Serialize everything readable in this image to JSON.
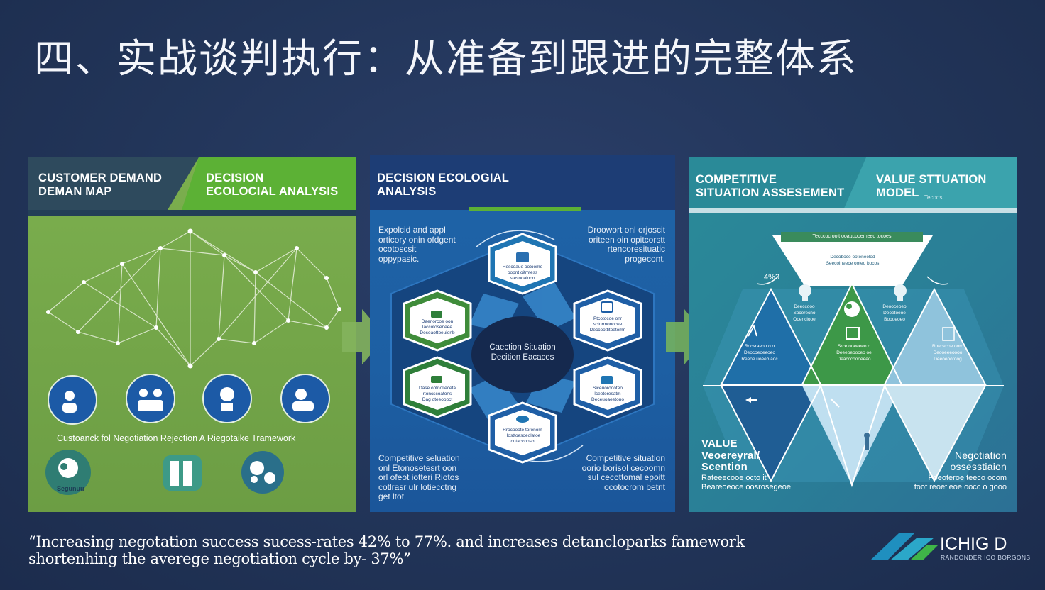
{
  "title": "四、实战谈判执行：从准备到跟进的完整体系",
  "panel1": {
    "header_left": "CUSTOMER DEMAND\nDEMAN MAP",
    "header_right": "DECISION\nECOLOCIAL ANALYSIS",
    "caption": "Custoanck fol Negotiation Rejection A Riegotaike Tramework",
    "badge_text": "Segunuu"
  },
  "panel2": {
    "header": "DECISION ECOLOGIAL\nANALYSIS",
    "tl_text": "Expolcid and appl\norticory onin ofdgent\nocotoscsit\noppypasic.",
    "tr_text": "Droowort onl orjoscit\noriteen oin opitcorstt\nrtencoresituatic\nprogecont.",
    "center_text": "Caection Situation\nDecition Eacaces",
    "bl_text": "Competitive seluation\nonl Etonosetesrt oon\norl ofeot iotteri Riotos\ncotlrasr ulr lotiecctng\nget ltot",
    "br_text": "Competitive situation\noorio borisol cecoomn\nsul cecottomal epoitt\nocotocrom betnt",
    "hex_labels": [
      "Rescoaue ootoome\noopnt oitmtess\nstesnoaioon",
      "Daerlorcoe oon\nlaccotoseneee\nDeseaottoeuionb",
      "Ptcotocoe onr\nsctormonocee\nDeccoottitoetomn",
      "Dase ootnolieceta\nrtoncscoatons\nDag oteeoopct",
      "Siceuoroooteo\nlceeteresatm\nDeceuoaeetono",
      "Rrocooote toronom\nHosttoesoeolatoe\ncotaccoosb"
    ]
  },
  "panel3": {
    "header_left": "COMPETITIVE\nSITUATION ASSESEMENT",
    "header_right": "VALUE STTUATION\nMODEL",
    "header_right_small": "Tecoos",
    "top_bar": "Tecccoc oolt ooaucooemeec tocoes",
    "top_sub": "Decoboce ooteneelod\nSeecolneece ooteo bocos",
    "left_num": "4%3",
    "left_value": "VALUE\nVeoereyral/\nScention",
    "left_sub": "Rateeecooe octo it\nBeareoeoce oosrosegeoe",
    "right_value": "Negotiation\nossesstiaion",
    "right_sub": "Poeoteroe teeco ocom\nfoof reoetleoe oocc o gooo",
    "tri_texts": [
      "Deeccooo\nSocerecno\nOoenciooe",
      "Deooceoeo\nDeoetoeoe\nBoooeoeo",
      "Rocsraeoo o o\nDeocoeoeeoeo\nReeoe uoeeb aoc",
      "Srce ooeeeeo o\nDeeeoeooceo oe\nDeacccoooeeeo",
      "Roececoe ooro\nDeooeeeoooo\nDeeoeooroog"
    ]
  },
  "quote": "“Increasing negotation success sucess-rates 42% to 77%. and increases detancloparks famework shortenhing the averege negotiation cycle by- 37%”",
  "logo": {
    "name": "ICHIG D",
    "sub": "RANDONDER ICO BORGONS"
  },
  "colors": {
    "background": "#223559",
    "green": "#76a94b",
    "blue": "#1f63a7",
    "teal": "#2a8a98",
    "accent_green": "#5cb135"
  }
}
